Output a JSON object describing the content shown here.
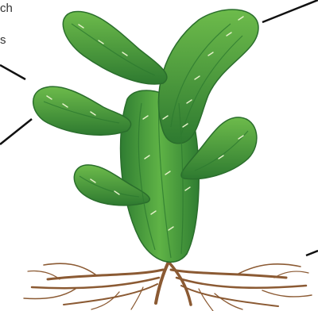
{
  "labels": {
    "top_fragment": "ch",
    "mid_fragment": "s"
  },
  "colors": {
    "cactus_dark": "#2f7d32",
    "cactus_mid": "#43a047",
    "cactus_light": "#7cc44e",
    "spine": "#e8f3cc",
    "root": "#8b5a33",
    "leader_line": "#111111"
  },
  "icons": [
    "cactus-illustration",
    "root-system"
  ]
}
